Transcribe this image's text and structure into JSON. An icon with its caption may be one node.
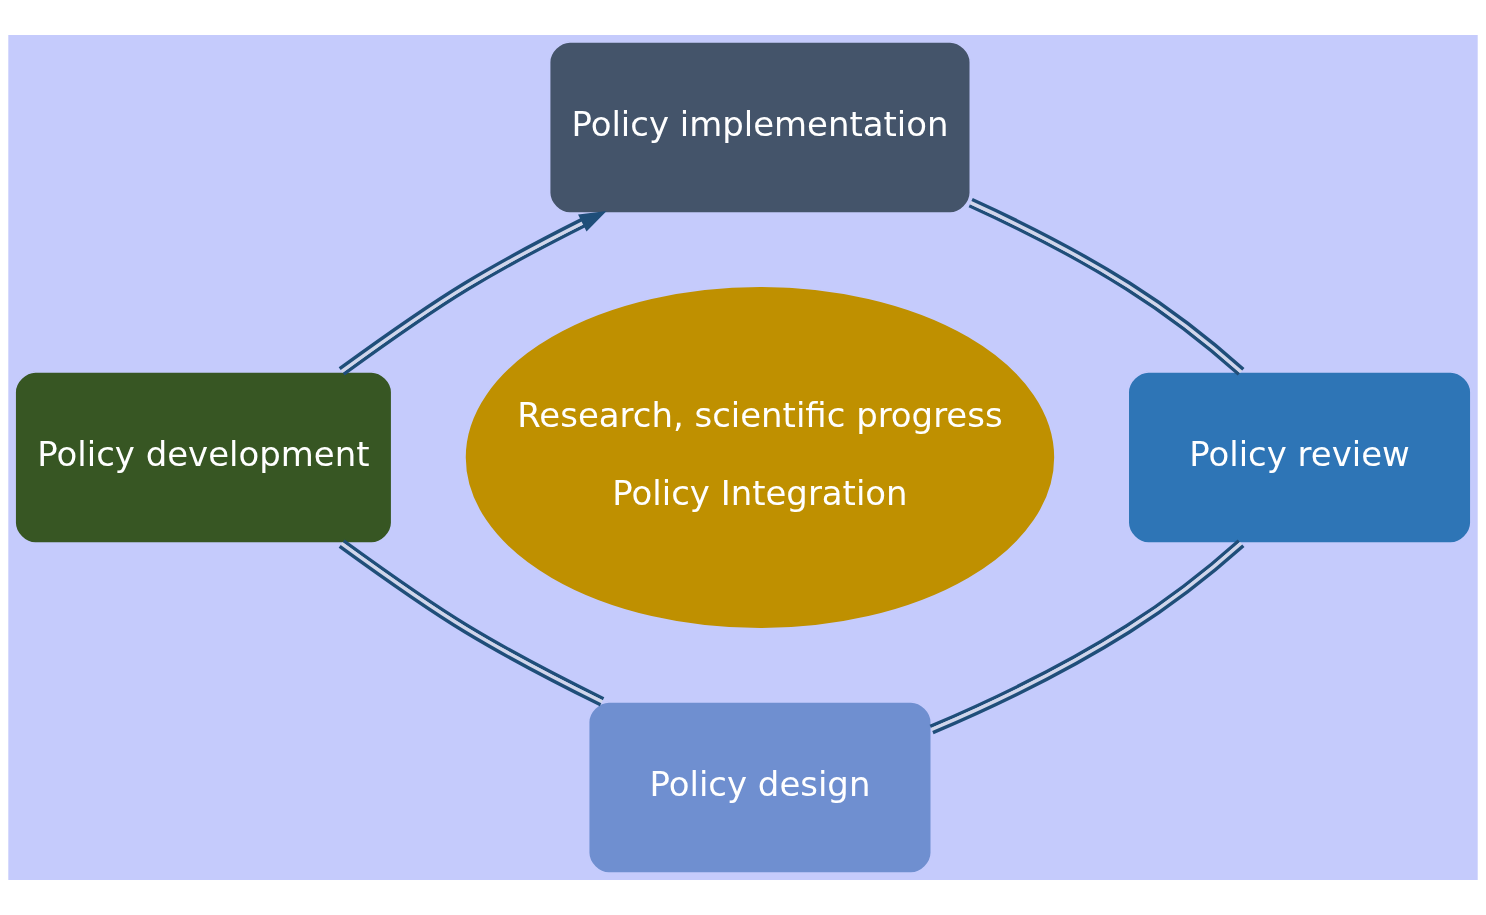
{
  "diagram": {
    "nodes": [
      {
        "text": [
          "Policy implementation"
        ]
      },
      {
        "text": [
          "Policy review"
        ]
      },
      {
        "text": [
          "Policy design"
        ]
      },
      {
        "text": [
          "Policy development"
        ]
      },
      {
        "text": [
          "Research, scientific progress",
          "Policy Integration"
        ]
      }
    ],
    "edges": [
      {
        "from": 0,
        "to": 1,
        "arrow": "none"
      },
      {
        "from": 1,
        "to": 2,
        "arrow": "none"
      },
      {
        "from": 2,
        "to": 3,
        "arrow": "none"
      },
      {
        "from": 3,
        "to": 0,
        "arrow": "to"
      }
    ]
  }
}
